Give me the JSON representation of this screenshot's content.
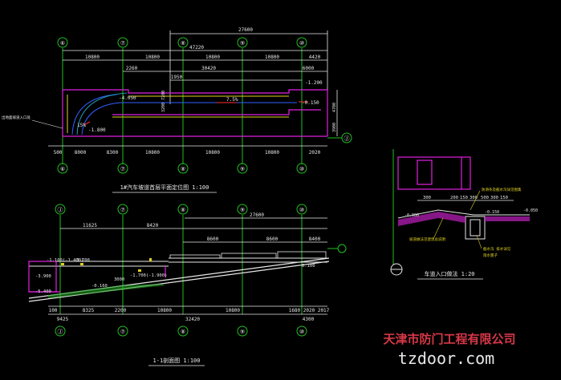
{
  "plan": {
    "grid_top": [
      "⑥",
      "⑦",
      "⑧",
      "⑨",
      "⑩"
    ],
    "grid_bottom": [
      "⑥",
      "⑦",
      "⑧",
      "⑨",
      "⑩"
    ],
    "axis_right": "Ⓙ",
    "dim_overall": "27600",
    "dim_47220": "47220",
    "dims_top": [
      "10800",
      "10800",
      "10800",
      "10800",
      "4420"
    ],
    "dim_2260": "2260",
    "dim_30420": "30420",
    "dim_6000": "6000",
    "dim_1950": "1950",
    "dim_7200": "3200 7200",
    "dim_4700": "4700",
    "dim_3900": "3900",
    "level_a": "-4.050",
    "level_b": "-1.200",
    "slope_a": "15%",
    "slope_b": "7.5%",
    "level_c": "-1.800",
    "level_d": "-0.150",
    "left_note": "出地面坡道入口处",
    "dims_bottom": [
      "500",
      "8000",
      "8300",
      "10800",
      "10800",
      "10800",
      "2020"
    ],
    "title": "1#汽车坡道首层平面定位图 1:100"
  },
  "section": {
    "grid_top": [
      "Ⓙ",
      "⑦",
      "⑧",
      "⑨",
      "⑩"
    ],
    "grid_bottom": [
      "Ⓙ",
      "⑦",
      "⑧",
      "⑨",
      "⑩"
    ],
    "dim_27600": "27600",
    "dims_top": [
      "11625",
      "8420",
      "8600",
      "8600",
      "8400"
    ],
    "level_a": "-1.100(-1.400)",
    "level_b": "-3.700",
    "level_c": "-3.900",
    "level_d": "-5.400",
    "level_e": "-0.160",
    "level_f": "-1.700(-1.900)",
    "level_g": "0.100",
    "dim_3000": "3000",
    "dims_bottom1": [
      "100",
      "8325",
      "2200",
      "10800",
      "10800",
      "1680 2020 2017"
    ],
    "dims_bottom2": [
      "9425",
      "32420",
      "4300"
    ],
    "title": "1-1剖面图 1:100"
  },
  "detail": {
    "dims": [
      "300",
      "200",
      "150",
      "300",
      "500",
      "300",
      "150"
    ],
    "level_a": "-0.900",
    "level_b": "-0.150",
    "level_c": "-0.050",
    "note_a": "防滑条及截水沟详见图集",
    "note_b": "坡道做法见建筑总说明",
    "note_c": "截水沟 排水详见",
    "note_d": "雨水篦子",
    "title": "车道入口做法 1:20"
  },
  "watermark": {
    "company": "天津市防门工程有限公司",
    "site": "tzdoor.com"
  }
}
